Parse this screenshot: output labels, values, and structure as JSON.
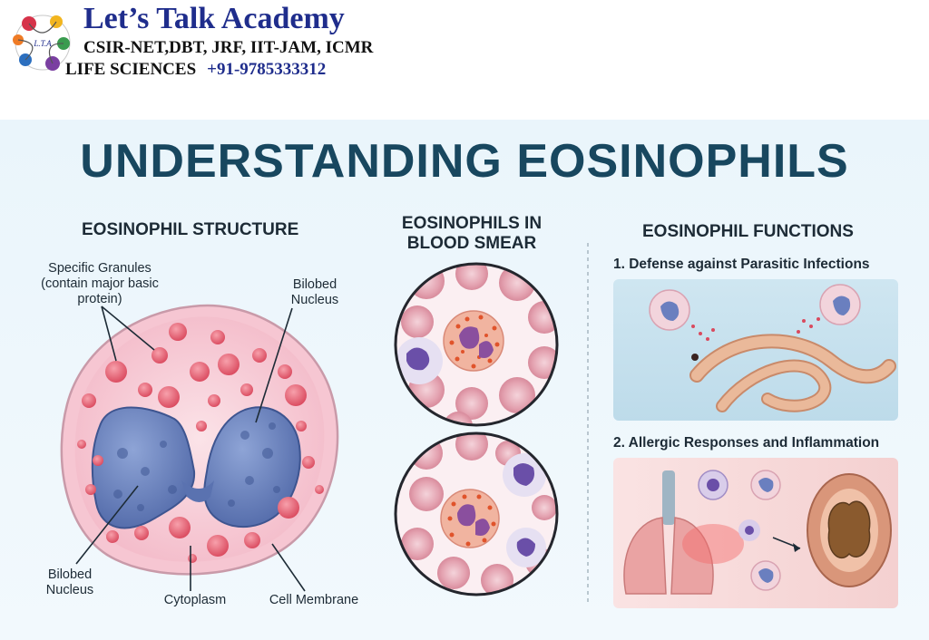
{
  "header": {
    "brand_name": "Let’s Talk Academy",
    "exams": "CSIR-NET,DBT, JRF, IIT-JAM, ICMR",
    "subject": "LIFE SCIENCES",
    "phone": "+91-9785333312",
    "logo_text": "L.T.A"
  },
  "poster": {
    "title": "UNDERSTANDING EOSINOPHILS",
    "structure": {
      "title": "EOSINOPHIL STRUCTURE",
      "label_granules_1": "Specific Granules",
      "label_granules_2": "(contain major basic",
      "label_granules_3": "protein)",
      "label_nucleus_right_1": "Bilobed",
      "label_nucleus_right_2": "Nucleus",
      "label_nucleus_left_1": "Bilobed",
      "label_nucleus_left_2": "Nucleus",
      "label_cytoplasm": "Cytoplasm",
      "label_membrane": "Cell Membrane"
    },
    "smear": {
      "title_1": "EOSINOPHILS IN",
      "title_2": "BLOOD SMEAR"
    },
    "functions": {
      "title": "EOSINOPHIL FUNCTIONS",
      "item1": "1. Defense against Parasitic Infections",
      "item2": "2. Allergic Responses and Inflammation"
    }
  },
  "colors": {
    "brand_blue": "#1f2d8c",
    "title_teal": "#18475f",
    "cytoplasm_pink": "#f6c9d3",
    "nucleus_blue": "#5f78b5",
    "granule_red": "#e2566a"
  }
}
